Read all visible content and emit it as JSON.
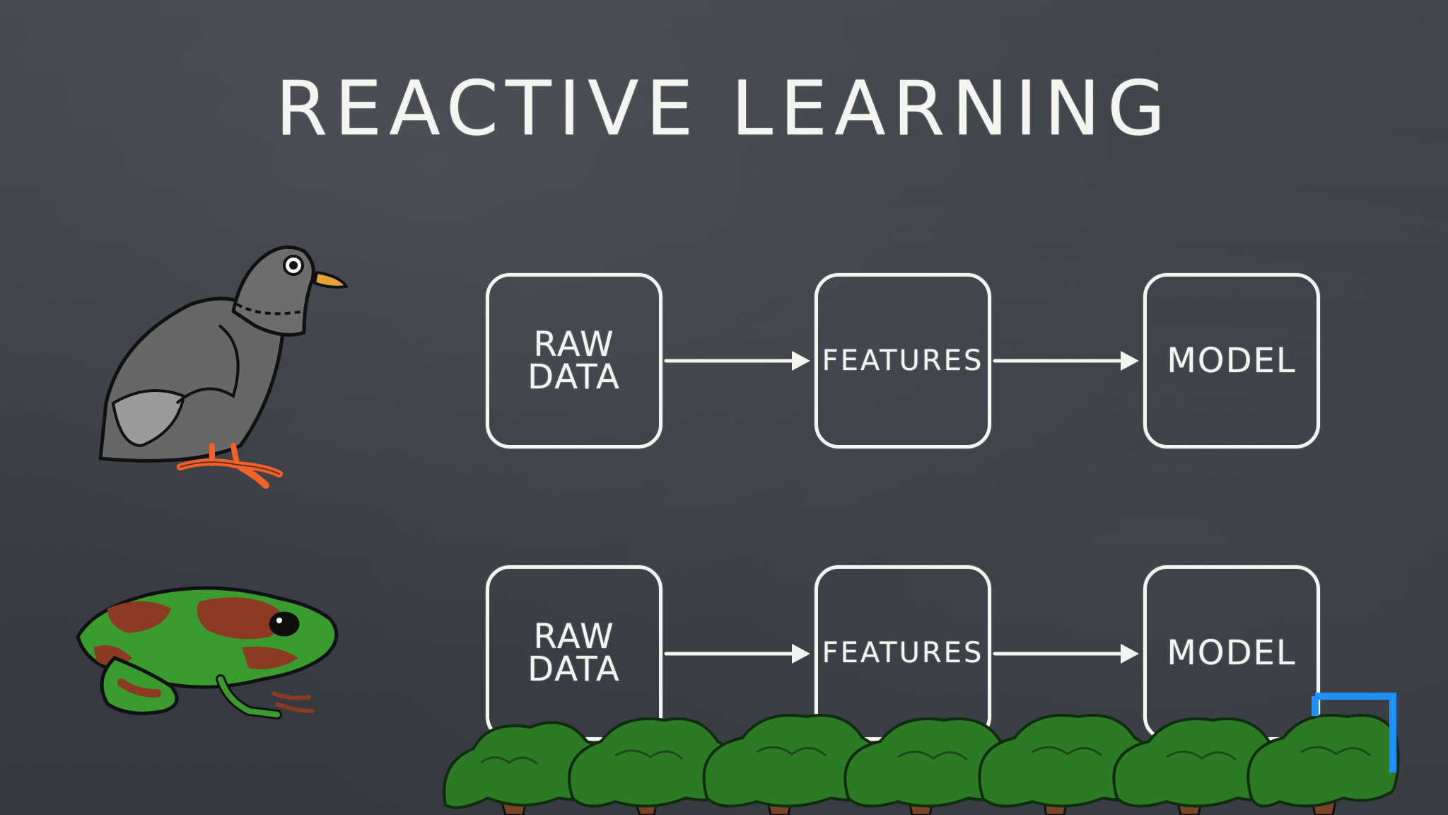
{
  "title": "REACTIVE LEARNING",
  "rows": [
    {
      "nodes": [
        {
          "label": "RAW\nDATA"
        },
        {
          "label": "FEATURES"
        },
        {
          "label": "MODEL"
        }
      ]
    },
    {
      "nodes": [
        {
          "label": "RAW\nDATA"
        },
        {
          "label": "FEATURES"
        },
        {
          "label": "MODEL"
        }
      ]
    }
  ],
  "illustrations": [
    "pigeon",
    "frog",
    "trees"
  ],
  "colors": {
    "chalkboard": "#3b3f46",
    "chalk": "#f4f4f0",
    "pigeon_body": "#666666",
    "pigeon_beak": "#e3a33a",
    "pigeon_feet": "#f2612a",
    "frog_green": "#3a9b2e",
    "frog_red": "#8c3a22",
    "tree_green": "#2d7a26",
    "tree_trunk": "#7a4326",
    "accent_blue": "#1e90ff"
  }
}
